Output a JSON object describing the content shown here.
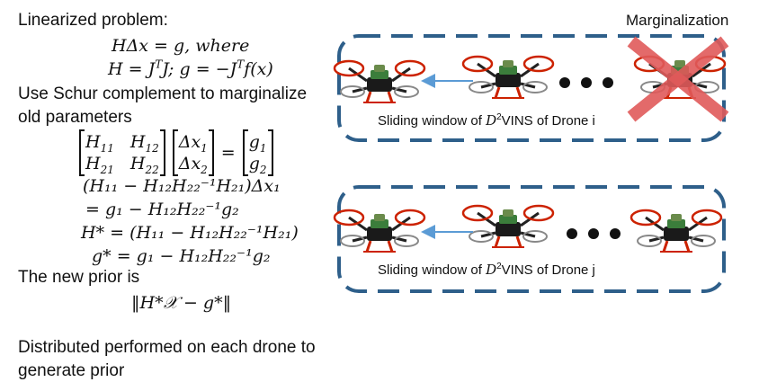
{
  "left_panel": {
    "heading": "Linearized problem:",
    "eq_hdx": "HΔx = g, where",
    "eq_hjj_left": "H = J",
    "eq_hjj_t1": "T",
    "eq_hjj_mid": "J; g = −J",
    "eq_hjj_t2": "T",
    "eq_hjj_right": "f(x)",
    "schur_line1": "Use Schur complement to marginalize",
    "schur_line2": "old parameters",
    "matrix": {
      "h11": "H",
      "h11_sub": "11",
      "h12": "H",
      "h12_sub": "12",
      "h21": "H",
      "h21_sub": "21",
      "h22": "H",
      "h22_sub": "22",
      "dx1": "Δx",
      "dx1_sub": "1",
      "dx2": "Δx",
      "dx2_sub": "2",
      "eq": "=",
      "g1": "g",
      "g1_sub": "1",
      "g2": "g",
      "g2_sub": "2"
    },
    "eq_schur1": "(H₁₁ − H₁₂H₂₂⁻¹H₂₁)Δx₁",
    "eq_schur2": "= g₁ − H₁₂H₂₂⁻¹g₂",
    "eq_hstar": "H* = (H₁₁ − H₁₂H₂₂⁻¹H₂₁)",
    "eq_gstar": "g* = g₁ − H₁₂H₂₂⁻¹g₂",
    "new_prior_label": "The new prior is",
    "eq_prior": "‖H*𝒳 − g*‖",
    "footer_line1": "Distributed performed on each drone to",
    "footer_line2": "generate prior"
  },
  "right_panel": {
    "marginalization_label": "Marginalization",
    "window_i_caption_prefix": "Sliding window of ",
    "window_i_caption_d": "D",
    "window_i_caption_sup": "2",
    "window_i_caption_suffix": "VINS of Drone i",
    "window_j_caption_prefix": "Sliding window of ",
    "window_j_caption_d": "D",
    "window_j_caption_sup": "2",
    "window_j_caption_suffix": "VINS of Drone j",
    "colors": {
      "box_border": "#2e5f8a",
      "arrow": "#5b9bd5",
      "cross": "#e05a5a",
      "drone_red": "#cc2200"
    }
  }
}
